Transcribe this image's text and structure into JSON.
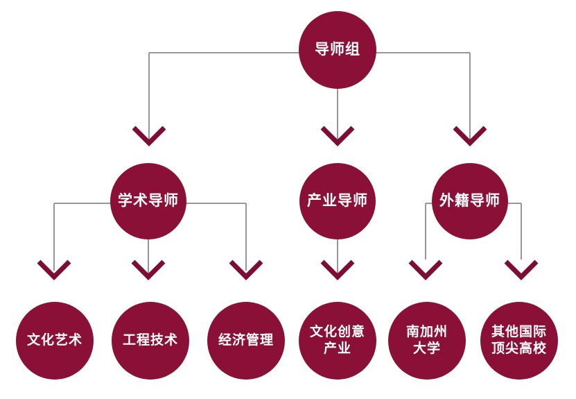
{
  "colors": {
    "node_fill": "#8a1038",
    "arrow": "#7e0d33",
    "line": "#8a8a8a",
    "text": "#ffffff",
    "background": "#ffffff"
  },
  "nodes": {
    "root": {
      "label": "导师组"
    },
    "level2": [
      {
        "label": "学术导师"
      },
      {
        "label": "产业导师"
      },
      {
        "label": "外籍导师"
      }
    ],
    "level3": [
      {
        "label": "文化艺术"
      },
      {
        "label": "工程技术"
      },
      {
        "label": "经济管理"
      },
      {
        "label": "文化创意\n产业"
      },
      {
        "label": "南加州\n大学"
      },
      {
        "label": "其他国际\n顶尖高校"
      }
    ]
  }
}
